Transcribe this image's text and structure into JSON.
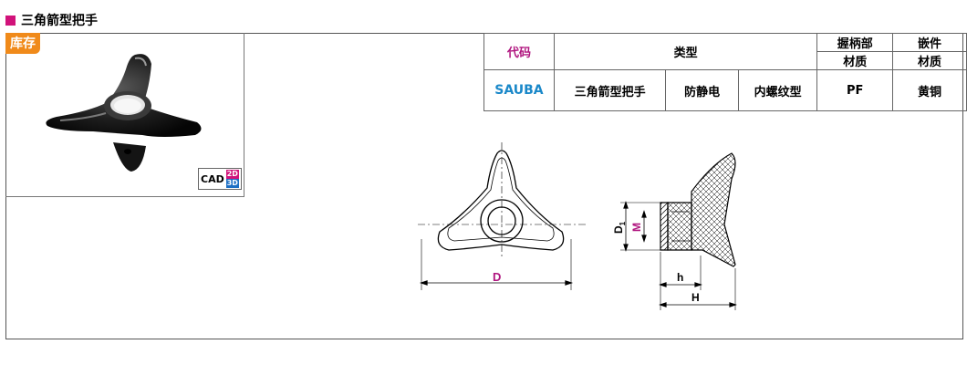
{
  "header": {
    "title": "三角箭型把手"
  },
  "product": {
    "stock_badge": "库存",
    "cad_label": "CAD",
    "cad_2d": "2D",
    "cad_3d": "3D"
  },
  "table": {
    "col_code": "代码",
    "col_type": "类型",
    "col_grip": "握柄部",
    "col_insert": "嵌件",
    "sub_material_grip": "材质",
    "sub_material_insert": "材质",
    "row": {
      "code": "SAUBA",
      "type1": "三角箭型把手",
      "type2": "防静电",
      "type3": "内螺纹型",
      "grip_material": "PF",
      "insert_material": "黄铜"
    }
  },
  "drawing": {
    "dim_D": "D",
    "dim_D1": "D",
    "dim_D1_sub": "1",
    "dim_M": "M",
    "dim_h": "h",
    "dim_H": "H"
  },
  "colors": {
    "accent": "#d1127a",
    "stock": "#f08a1a",
    "code_blue": "#1a88c9",
    "code_header": "#b0157f"
  }
}
